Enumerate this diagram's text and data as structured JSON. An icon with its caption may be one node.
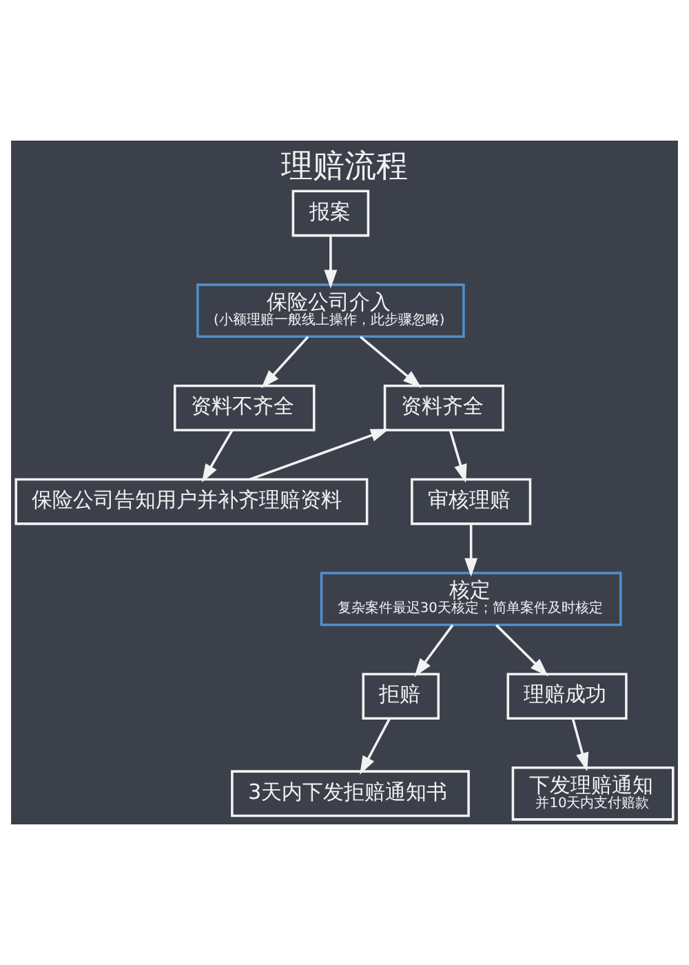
{
  "diagram": {
    "title": "理赔流程",
    "nodes": [
      {
        "text": [
          "报案"
        ]
      },
      {
        "text": [
          "保险公司介入",
          "(小额理赔一般线上操作，此步骤忽略)"
        ]
      },
      {
        "text": [
          "资料不齐全"
        ]
      },
      {
        "text": [
          "资料齐全"
        ]
      },
      {
        "text": [
          "保险公司告知用户并补齐理赔资料"
        ]
      },
      {
        "text": [
          "审核理赔"
        ]
      },
      {
        "text": [
          "核定",
          "复杂案件最迟30天核定；简单案件及时核定"
        ]
      },
      {
        "text": [
          "拒赔"
        ]
      },
      {
        "text": [
          "理赔成功"
        ]
      },
      {
        "text": [
          "3天内下发拒赔通知书"
        ]
      },
      {
        "text": [
          "下发理赔通知",
          "并10天内支付赔款"
        ]
      }
    ],
    "edges": [
      {
        "from": 0,
        "to": 1,
        "arrow": "to"
      },
      {
        "from": 1,
        "to": 2,
        "arrow": "to"
      },
      {
        "from": 1,
        "to": 3,
        "arrow": "to"
      },
      {
        "from": 2,
        "to": 4,
        "arrow": "to"
      },
      {
        "from": 4,
        "to": 3,
        "arrow": "to"
      },
      {
        "from": 3,
        "to": 5,
        "arrow": "to"
      },
      {
        "from": 5,
        "to": 6,
        "arrow": "to"
      },
      {
        "from": 6,
        "to": 7,
        "arrow": "to"
      },
      {
        "from": 6,
        "to": 8,
        "arrow": "to"
      },
      {
        "from": 7,
        "to": 9,
        "arrow": "to"
      },
      {
        "from": 8,
        "to": 10,
        "arrow": "to"
      }
    ]
  }
}
